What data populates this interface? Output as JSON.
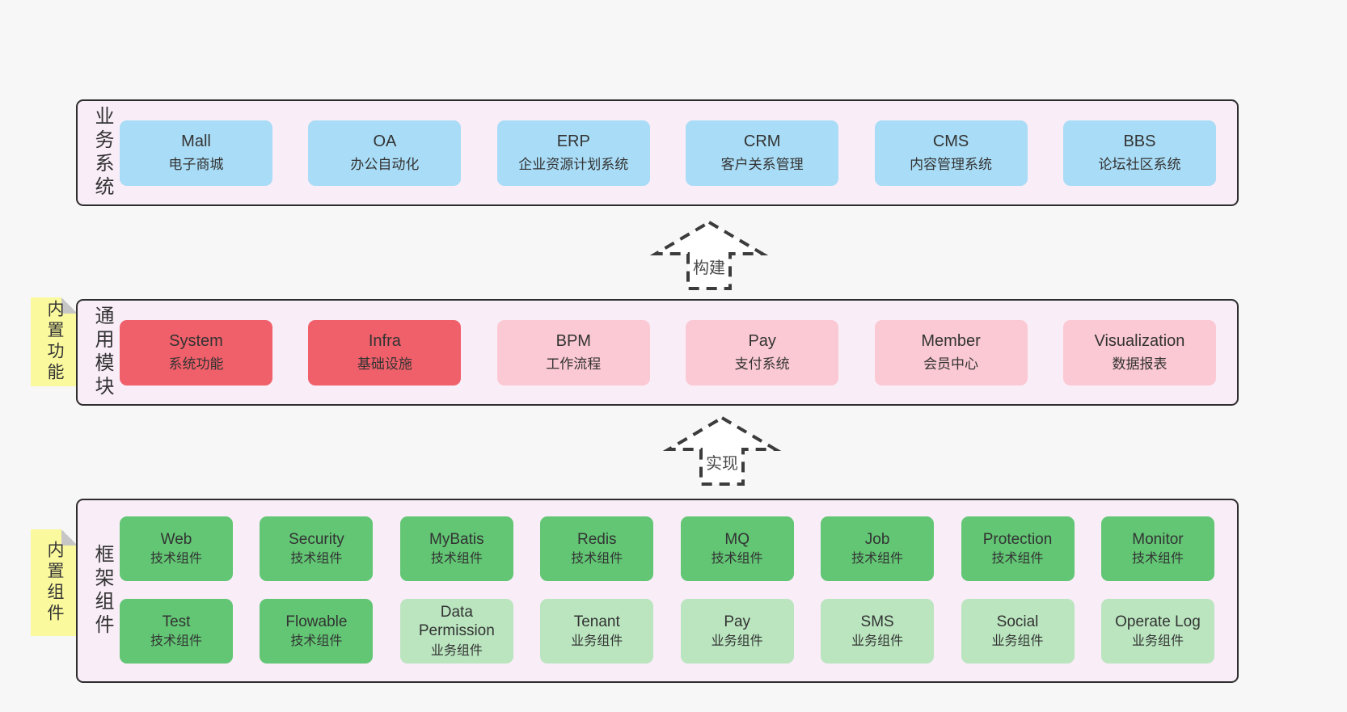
{
  "colors": {
    "page_background": "#f7f7f7",
    "band_fill": "#f9edf8",
    "band_border": "#2e2e2e",
    "blue_box": "#a9dcf6",
    "red_box": "#f0606a",
    "pink_box": "#fbc9d3",
    "green_dark_box": "#62c674",
    "green_light_box": "#bae5bf",
    "sticky_yellow": "#faf99e",
    "sticky_fold": "#c6c6c6",
    "text": "#333333"
  },
  "arrows": [
    {
      "label": "构建"
    },
    {
      "label": "实现"
    }
  ],
  "layers": [
    {
      "label": "业务系统",
      "boxes": [
        {
          "title": "Mall",
          "subtitle": "电子商城"
        },
        {
          "title": "OA",
          "subtitle": "办公自动化"
        },
        {
          "title": "ERP",
          "subtitle": "企业资源计划系统"
        },
        {
          "title": "CRM",
          "subtitle": "客户关系管理"
        },
        {
          "title": "CMS",
          "subtitle": "内容管理系统"
        },
        {
          "title": "BBS",
          "subtitle": "论坛社区系统"
        }
      ]
    },
    {
      "label": "通用模块",
      "note": "内置功能",
      "boxes": [
        {
          "title": "System",
          "subtitle": "系统功能"
        },
        {
          "title": "Infra",
          "subtitle": "基础设施"
        },
        {
          "title": "BPM",
          "subtitle": "工作流程"
        },
        {
          "title": "Pay",
          "subtitle": "支付系统"
        },
        {
          "title": "Member",
          "subtitle": "会员中心"
        },
        {
          "title": "Visualization",
          "subtitle": "数据报表"
        }
      ]
    },
    {
      "label": "框架组件",
      "note": "内置组件",
      "rows": [
        [
          {
            "title": "Web",
            "subtitle": "技术组件"
          },
          {
            "title": "Security",
            "subtitle": "技术组件"
          },
          {
            "title": "MyBatis",
            "subtitle": "技术组件"
          },
          {
            "title": "Redis",
            "subtitle": "技术组件"
          },
          {
            "title": "MQ",
            "subtitle": "技术组件"
          },
          {
            "title": "Job",
            "subtitle": "技术组件"
          },
          {
            "title": "Protection",
            "subtitle": "技术组件"
          },
          {
            "title": "Monitor",
            "subtitle": "技术组件"
          }
        ],
        [
          {
            "title": "Test",
            "subtitle": "技术组件"
          },
          {
            "title": "Flowable",
            "subtitle": "技术组件"
          },
          {
            "title": "Data Permission",
            "subtitle": "业务组件"
          },
          {
            "title": "Tenant",
            "subtitle": "业务组件"
          },
          {
            "title": "Pay",
            "subtitle": "业务组件"
          },
          {
            "title": "SMS",
            "subtitle": "业务组件"
          },
          {
            "title": "Social",
            "subtitle": "业务组件"
          },
          {
            "title": "Operate Log",
            "subtitle": "业务组件"
          }
        ]
      ]
    }
  ]
}
